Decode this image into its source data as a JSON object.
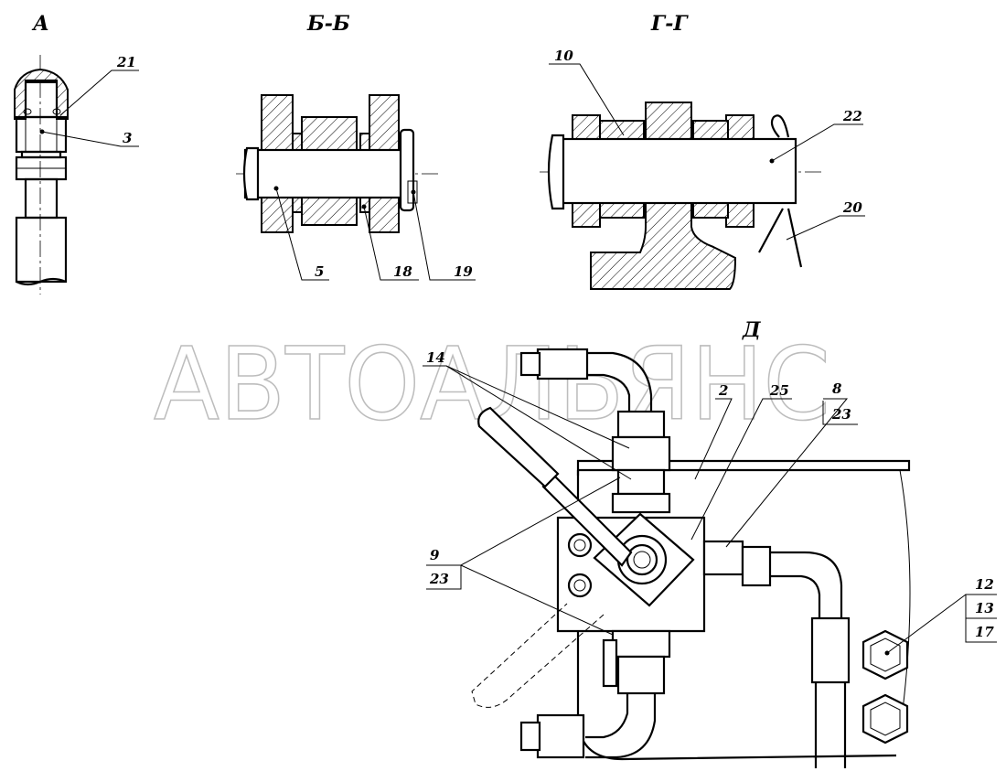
{
  "views": {
    "a": "А",
    "bb": "Б-Б",
    "gg": "Г-Г",
    "d": "Д"
  },
  "callouts": {
    "n21": "21",
    "n3": "3",
    "n5": "5",
    "n18": "18",
    "n19": "19",
    "n10": "10",
    "n22": "22",
    "n20": "20",
    "n14": "14",
    "n2": "2",
    "n25": "25",
    "n8": "8",
    "n23a": "23",
    "n9": "9",
    "n23b": "23",
    "n12": "12",
    "n13": "13",
    "n17": "17"
  },
  "watermark": "АВТОАЛЬЯНС"
}
